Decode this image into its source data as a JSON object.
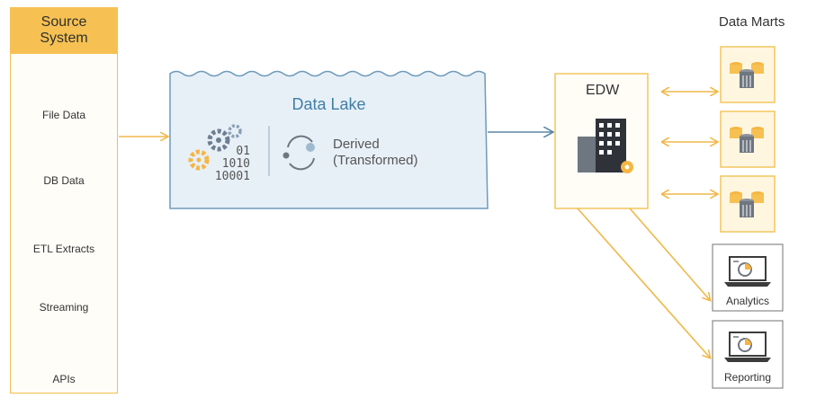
{
  "source_system": {
    "title_line1": "Source",
    "title_line2": "System",
    "items": [
      {
        "label": "File Data",
        "icon": "file-data-icon"
      },
      {
        "label": "DB Data",
        "icon": "database-icon"
      },
      {
        "label": "ETL Extracts",
        "icon": "gears-icon"
      },
      {
        "label": "Streaming",
        "icon": "streaming-arrows-icon"
      },
      {
        "label": "APIs",
        "icon": "curly-braces-icon"
      }
    ]
  },
  "data_lake": {
    "title": "Data Lake",
    "binary_lines": [
      "01",
      "1010",
      "10001"
    ],
    "derived_line1": "Derived",
    "derived_line2": "(Transformed)"
  },
  "edw": {
    "title": "EDW"
  },
  "data_marts": {
    "title": "Data Marts"
  },
  "outputs": [
    {
      "label": "Analytics"
    },
    {
      "label": "Reporting"
    }
  ],
  "colors": {
    "accent_orange": "#f6c152",
    "lake_fill": "#e8f0f7",
    "lake_border": "#5e8fb1",
    "arrow_blue": "#5c86a8"
  }
}
